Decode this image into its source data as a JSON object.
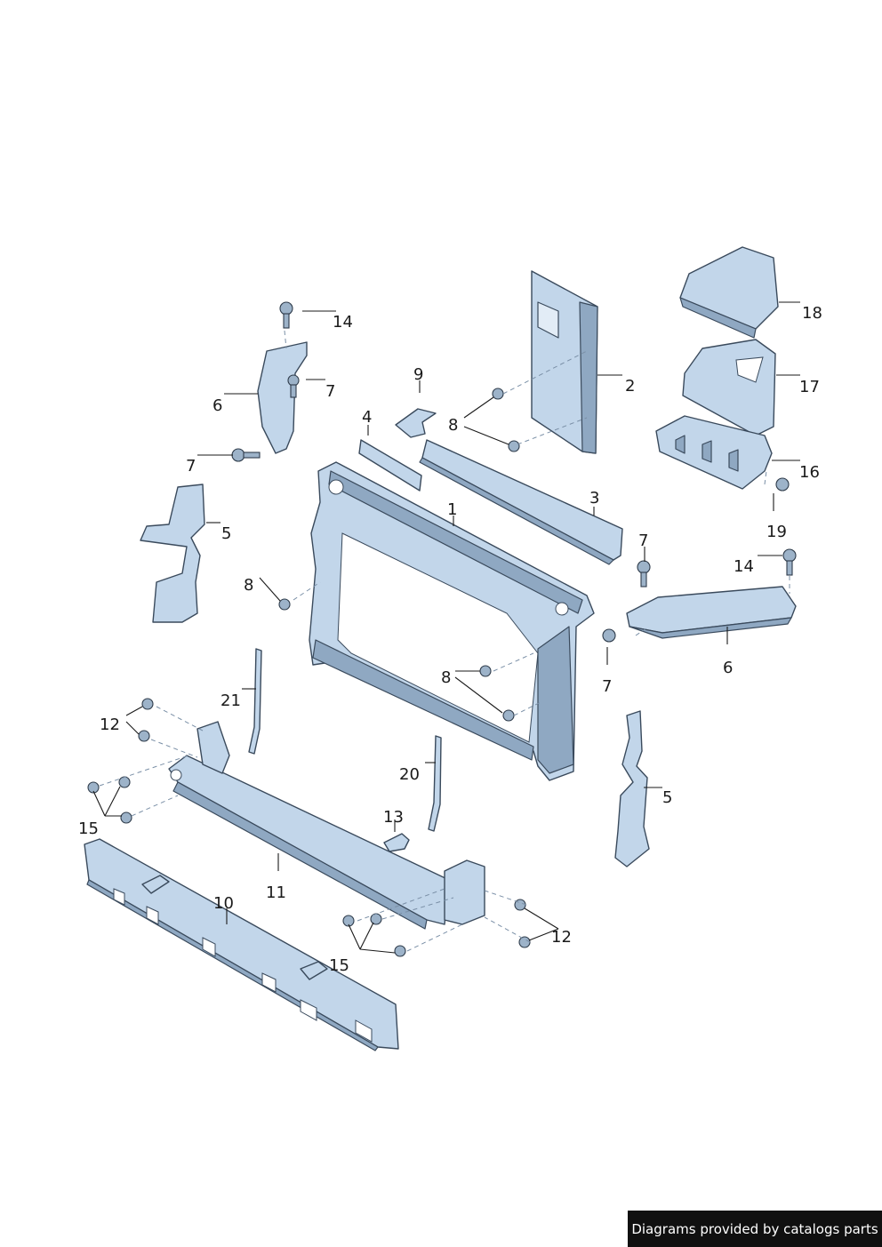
{
  "callouts": [
    "1",
    "2",
    "3",
    "4",
    "5",
    "5",
    "6",
    "6",
    "7",
    "7",
    "7",
    "7",
    "8",
    "8",
    "8",
    "9",
    "10",
    "11",
    "12",
    "12",
    "13",
    "14",
    "14",
    "15",
    "15",
    "16",
    "17",
    "18",
    "19",
    "20",
    "21"
  ],
  "credit": "Diagrams provided by catalogs parts",
  "colors": {
    "part_fill": "#c2d6ea",
    "outline": "#3a4a5c",
    "credit_bg": "#101010"
  }
}
